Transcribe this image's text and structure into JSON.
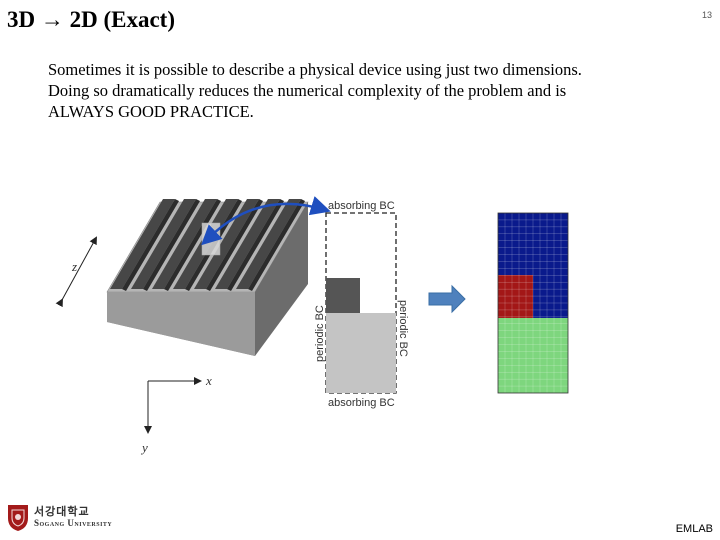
{
  "slide": {
    "title": "3D → 2D (Exact)",
    "number": "13",
    "body_lines": [
      "Sometimes it is possible to describe a physical device using just two dimensions.",
      "Doing so dramatically reduces the numerical complexity of the problem and is",
      "ALWAYS GOOD PRACTICE."
    ],
    "footer": "EMLAB"
  },
  "figure": {
    "labels": {
      "absorbing_top": "absorbing BC",
      "absorbing_bottom": "absorbing BC",
      "periodic_left": "periodic BC",
      "periodic_right": "periodic BC",
      "axis_z": "z",
      "axis_x": "x",
      "axis_y": "y"
    },
    "colors": {
      "grating": "#4a4a4a",
      "substrate": "#9a9a9a",
      "cell_dark": "#555555",
      "cell_light": "#c4c4c4",
      "arrow_blue": "#1f4fbf",
      "grid_blue": "#0a1a8c",
      "grid_red": "#a31717",
      "grid_green": "#7ed67e"
    }
  },
  "logo": {
    "korean": "서강대학교",
    "english": "Sogang University"
  }
}
